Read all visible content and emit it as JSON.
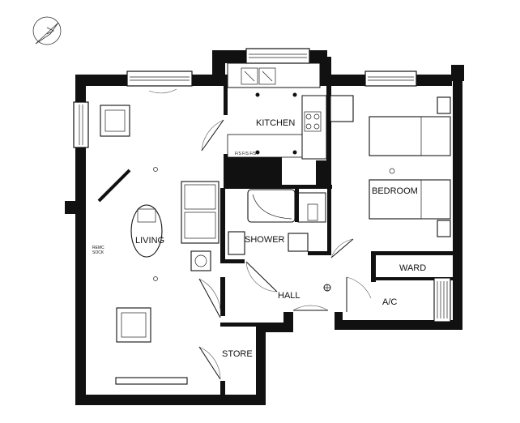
{
  "rooms": {
    "kitchen": "KITCHEN",
    "living": "LIVING",
    "bedroom": "BEDROOM",
    "shower": "SHOWER",
    "hall": "HALL",
    "ward": "WARD",
    "ac": "A/C",
    "store": "STORE"
  },
  "tags": {
    "living_tag": "REMC\nSOCK",
    "kitchen_sockets": "F/S F/S F/S"
  },
  "icons": {
    "compass": "north-arrow-icon"
  }
}
